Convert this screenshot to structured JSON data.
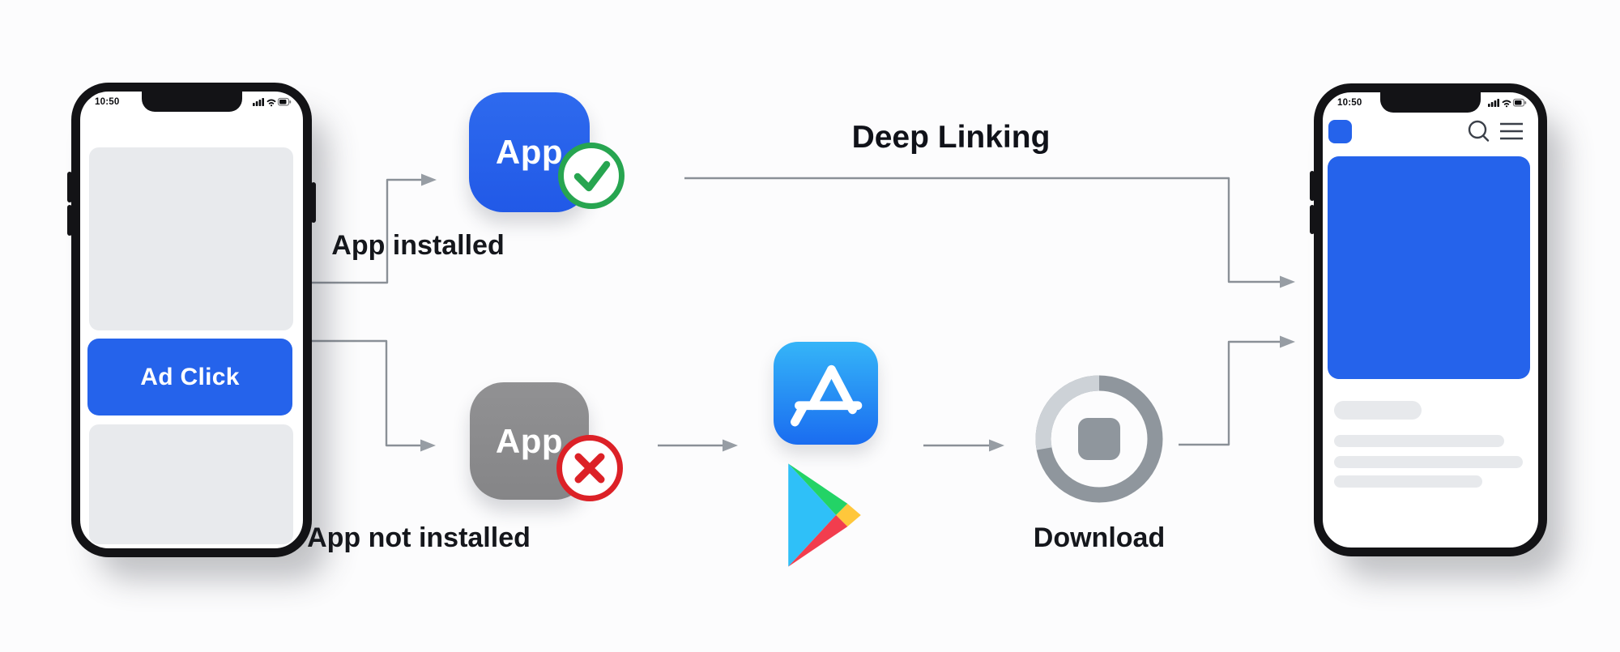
{
  "page": {
    "background": "#fcfcfd"
  },
  "colors": {
    "accent_blue": "#2563eb",
    "success_green": "#27a550",
    "error_red": "#dc2127",
    "neutral_gray_icon": "#8c8c8e",
    "arrow_gray": "#8a9097",
    "placeholder_gray": "#e8eaed"
  },
  "left_phone": {
    "status_time": "10:50",
    "ad_button_label": "Ad Click"
  },
  "flow": {
    "installed_branch": {
      "app_icon_label": "App",
      "caption": "App installed"
    },
    "not_installed_branch": {
      "app_icon_label": "App",
      "caption": "App not installed"
    },
    "deep_linking_label": "Deep Linking",
    "download_caption": "Download"
  },
  "right_phone": {
    "status_time": "10:50"
  },
  "icons": [
    "signal-icon",
    "wifi-icon",
    "battery-icon",
    "check-icon",
    "cross-icon",
    "app-store-icon",
    "google-play-icon",
    "download-progress-icon",
    "search-icon",
    "menu-icon",
    "arrow-connector"
  ]
}
